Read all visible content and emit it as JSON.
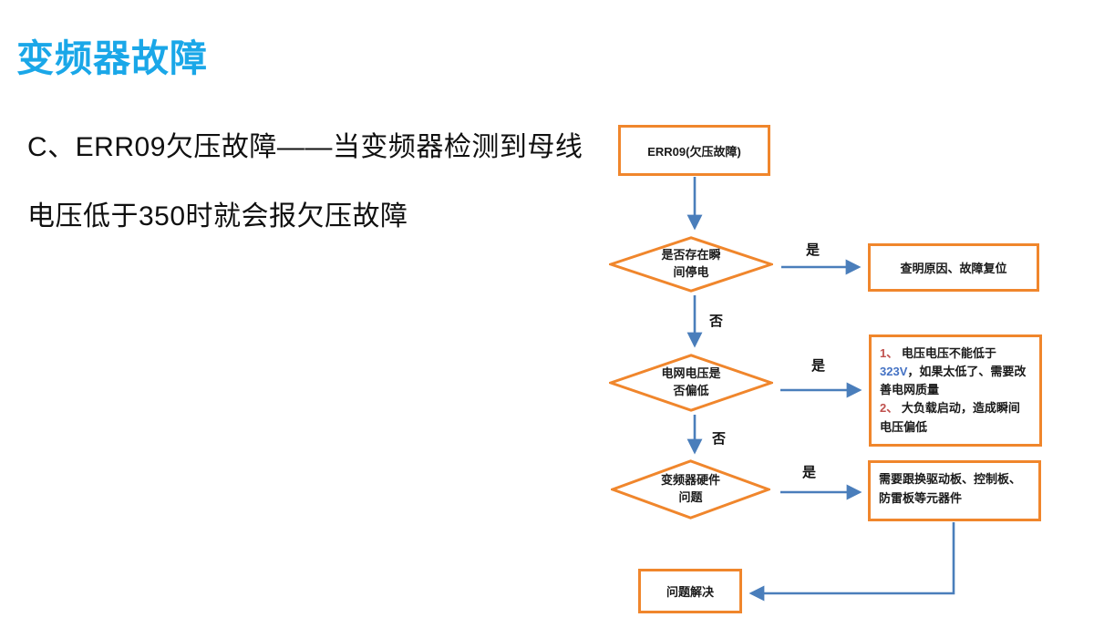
{
  "colors": {
    "title": "#1AA7E8",
    "shape_border": "#F0862C",
    "connector": "#4A7EBB",
    "list_number": "#C0504D",
    "voltage_highlight": "#4472C4",
    "text": "#1A1A1A"
  },
  "header": {
    "title": "变频器故障"
  },
  "description": {
    "line1": "C、ERR09欠压故障——当变频器检测到母线",
    "line2": "电压低于350时就会报欠压故障"
  },
  "flowchart": {
    "yes_label": "是",
    "no_label": "否",
    "start": "ERR09(欠压故障)",
    "decision1": "是否存在瞬\n间停电",
    "action1": "查明原因、故障复位",
    "decision2": "电网电压是\n否偏低",
    "action2": {
      "item1_num": "1、",
      "item1_pre": " 电压电压不能低于",
      "item1_voltage": "323V",
      "item1_post": "，如果太低了、需要改善电网质量",
      "item2_num": "2、",
      "item2_text": " 大负载启动，造成瞬间电压偏低"
    },
    "decision3": "变频器硬件\n问题",
    "action3": "需要跟换驱动板、控制板、防雷板等元器件",
    "end": "问题解决"
  }
}
